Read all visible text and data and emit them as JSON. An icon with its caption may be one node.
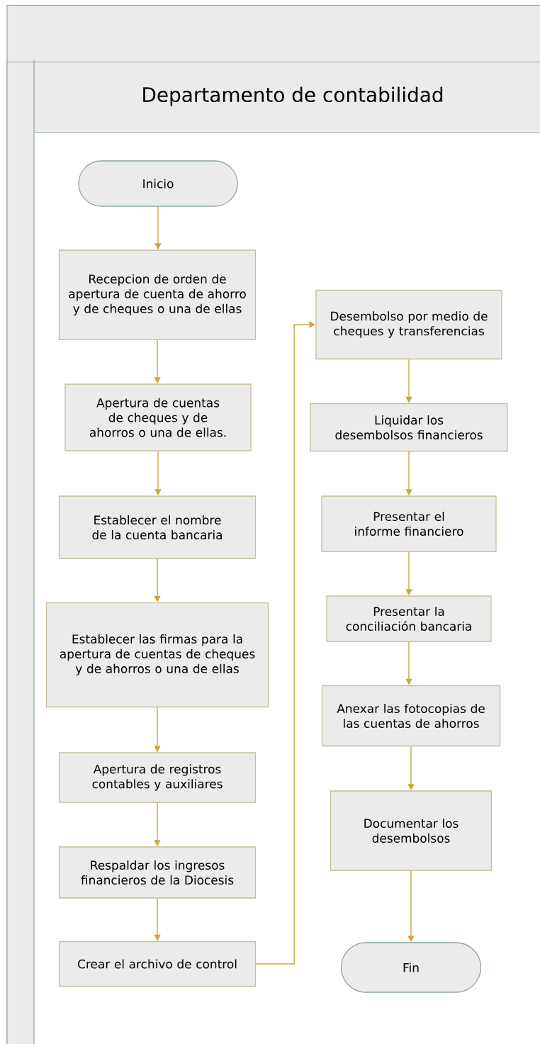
{
  "diagram": {
    "nodes": [
      {
        "text": [],
        "shape": "box"
      },
      {
        "text": [
          "Departamento de contabilidad"
        ],
        "in": 0
      },
      {
        "text": [
          "Inicio"
        ],
        "in": 1
      },
      {
        "text": [
          "Recepcion de orden de apertura de cuenta de ahorro y de cheques o una de ellas"
        ],
        "in": 1
      },
      {
        "text": [
          "Apertura de cuentas de cheques y de ahorros o una de ellas."
        ],
        "in": 1
      },
      {
        "text": [
          "Establecer el nombre de la cuenta bancaria"
        ],
        "in": 1
      },
      {
        "text": [
          "Establecer las firmas para la apertura de cuentas de cheques y de ahorros o una de ellas"
        ],
        "in": 1
      },
      {
        "text": [
          "Apertura de registros contables y auxiliares"
        ],
        "in": 1
      },
      {
        "text": [
          "Respaldar los ingresos financieros de la Diocesis"
        ],
        "in": 1
      },
      {
        "text": [
          "Crear el archivo de control"
        ],
        "in": 1
      },
      {
        "text": [
          "Desembolso por medio de cheques y transferencias"
        ],
        "in": 1
      },
      {
        "text": [
          "Liquidar los desembolsos financieros"
        ],
        "in": 1
      },
      {
        "text": [
          "Presentar el informe financiero"
        ],
        "in": 1
      },
      {
        "text": [
          "Presentar la conciliación bancaria"
        ],
        "in": 1
      },
      {
        "text": [
          "Anexar las fotocopias de las cuentas de ahorros"
        ],
        "in": 1
      },
      {
        "text": [
          "Documentar los desembolsos"
        ],
        "in": 1
      },
      {
        "text": [
          "Fin"
        ],
        "in": 1
      }
    ],
    "edges": [
      {
        "from": 2,
        "to": 3,
        "arrow": "to"
      },
      {
        "from": 3,
        "to": 4,
        "arrow": "to"
      },
      {
        "from": 4,
        "to": 5,
        "arrow": "to"
      },
      {
        "from": 5,
        "to": 6,
        "arrow": "to"
      },
      {
        "from": 6,
        "to": 7,
        "arrow": "to"
      },
      {
        "from": 7,
        "to": 8,
        "arrow": "to"
      },
      {
        "from": 8,
        "to": 9,
        "arrow": "to"
      },
      {
        "from": 9,
        "to": 10,
        "arrow": "to"
      },
      {
        "from": 10,
        "to": 11,
        "arrow": "to"
      },
      {
        "from": 11,
        "to": 12,
        "arrow": "to"
      },
      {
        "from": 12,
        "to": 13,
        "arrow": "to"
      },
      {
        "from": 13,
        "to": 14,
        "arrow": "to"
      },
      {
        "from": 14,
        "to": 15,
        "arrow": "to"
      },
      {
        "from": 15,
        "to": 16,
        "arrow": "to"
      }
    ]
  }
}
